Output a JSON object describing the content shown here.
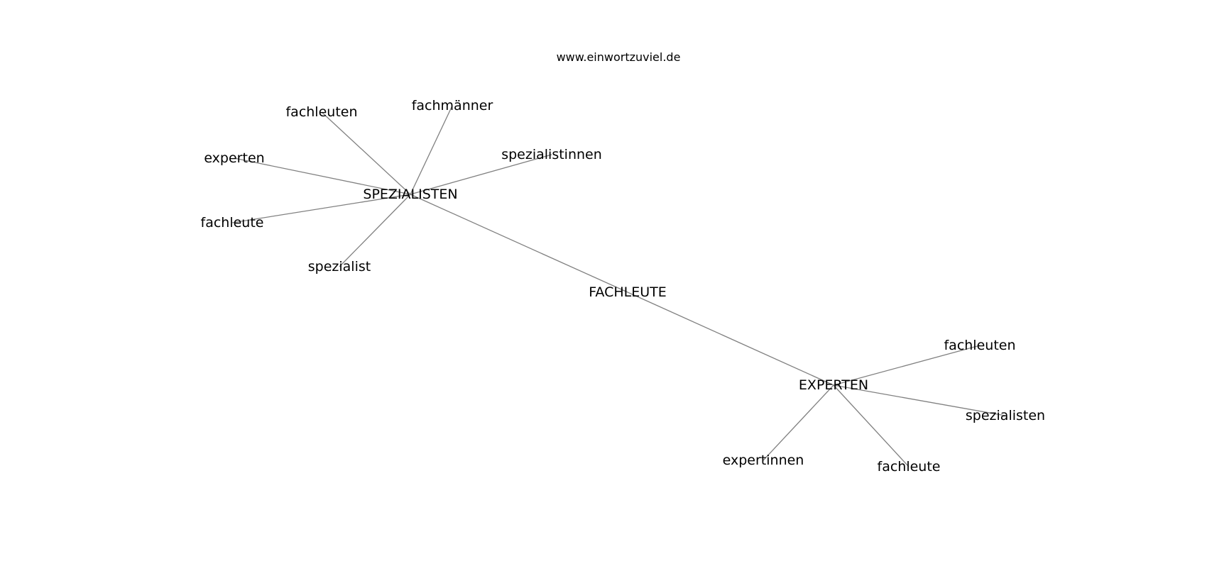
{
  "watermark": "www.einwortzuviel.de",
  "colors": {
    "edge": "#808080",
    "label": "#000000",
    "background": "#ffffff"
  },
  "graph": {
    "nodes": [
      {
        "id": "center",
        "label": "FACHLEUTE"
      },
      {
        "id": "hub1",
        "label": "SPEZIALISTEN"
      },
      {
        "id": "hub2",
        "label": "EXPERTEN"
      },
      {
        "id": "h1-fachleuten",
        "label": "fachleuten"
      },
      {
        "id": "h1-fachmaenner",
        "label": "fachmänner"
      },
      {
        "id": "h1-spezialistinnen",
        "label": "spezialistinnen"
      },
      {
        "id": "h1-experten",
        "label": "experten"
      },
      {
        "id": "h1-fachleute",
        "label": "fachleute"
      },
      {
        "id": "h1-spezialist",
        "label": "spezialist"
      },
      {
        "id": "h2-fachleuten",
        "label": "fachleuten"
      },
      {
        "id": "h2-spezialisten",
        "label": "spezialisten"
      },
      {
        "id": "h2-expertinnen",
        "label": "expertinnen"
      },
      {
        "id": "h2-fachleute",
        "label": "fachleute"
      }
    ],
    "edges": [
      [
        "center",
        "hub1"
      ],
      [
        "center",
        "hub2"
      ],
      [
        "hub1",
        "h1-fachleuten"
      ],
      [
        "hub1",
        "h1-fachmaenner"
      ],
      [
        "hub1",
        "h1-spezialistinnen"
      ],
      [
        "hub1",
        "h1-experten"
      ],
      [
        "hub1",
        "h1-fachleute"
      ],
      [
        "hub1",
        "h1-spezialist"
      ],
      [
        "hub2",
        "h2-fachleuten"
      ],
      [
        "hub2",
        "h2-spezialisten"
      ],
      [
        "hub2",
        "h2-expertinnen"
      ],
      [
        "hub2",
        "h2-fachleute"
      ]
    ]
  }
}
